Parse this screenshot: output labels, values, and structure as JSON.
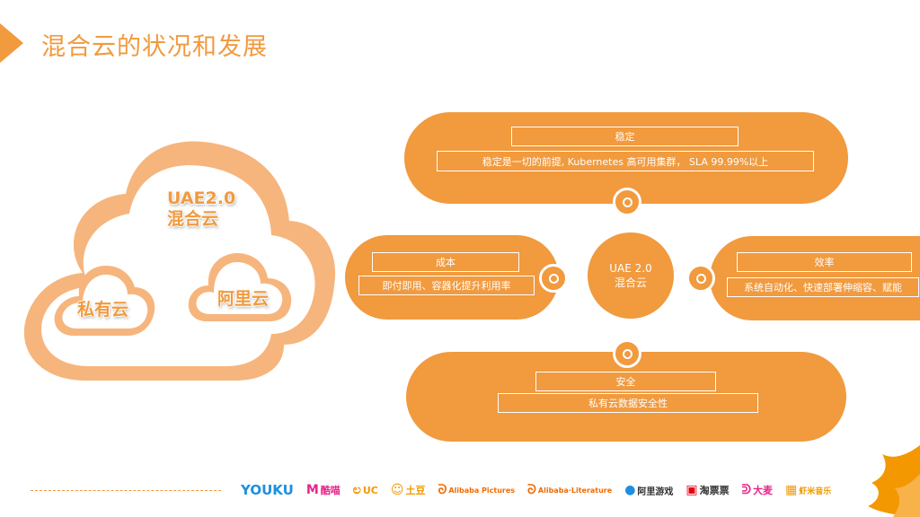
{
  "slide": {
    "title": "混合云的状况和发展",
    "accent_color": "#F19A3E"
  },
  "cloud": {
    "main_label_line1": "UAE2.0",
    "main_label_line2": "混合云",
    "private_label": "私有云",
    "aliyun_label": "阿里云"
  },
  "diagram": {
    "center_line1": "UAE 2.0",
    "center_line2": "混合云",
    "stability": {
      "title": "稳定",
      "desc": "稳定是一切的前提, Kubernetes 高可用集群， SLA  99.99%以上"
    },
    "cost": {
      "title": "成本",
      "desc": "即付即用、容器化提升利用率"
    },
    "efficiency": {
      "title": "效率",
      "desc": "系统自动化、快速部署伸缩容、赋能"
    },
    "security": {
      "title": "安全",
      "desc": "私有云数据安全性"
    }
  },
  "logos": [
    {
      "name": "YOUKU",
      "color": "#1E8FE0",
      "icon": ""
    },
    {
      "name": "酷喵",
      "color": "#E7258C",
      "icon": "M"
    },
    {
      "name": "UC",
      "color": "#F39800",
      "icon": "ಲ"
    },
    {
      "name": "土豆",
      "color": "#F39800",
      "icon": "☺"
    },
    {
      "name": "Alibaba Pictures",
      "color": "#F06B00",
      "icon": "ᘐ"
    },
    {
      "name": "Alibaba·Literature",
      "color": "#F06B00",
      "icon": "ᘐ"
    },
    {
      "name": "阿里游戏",
      "color": "#333333",
      "icon": "●"
    },
    {
      "name": "淘票票",
      "color": "#333333",
      "icon": "▣"
    },
    {
      "name": "大麦",
      "color": "#E7258C",
      "icon": "ᕲ"
    },
    {
      "name": "虾米音乐",
      "color": "#F39800",
      "icon": "▦"
    }
  ]
}
